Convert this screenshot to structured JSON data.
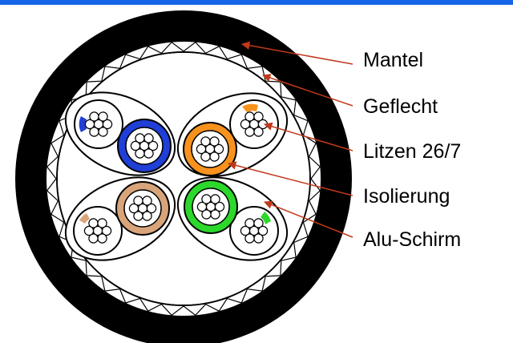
{
  "labels": {
    "mantel": "Mantel",
    "geflecht": "Geflecht",
    "litzen": "Litzen 26/7",
    "isolierung": "Isolierung",
    "alu_schirm": "Alu-Schirm"
  },
  "colors": {
    "top_bar": "#1565e6",
    "jacket": "#000000",
    "pointer": "#c0391b",
    "blue": "#1f3fd6",
    "brown": "#d8a57a",
    "orange": "#f7921e",
    "green": "#2bd82b"
  }
}
